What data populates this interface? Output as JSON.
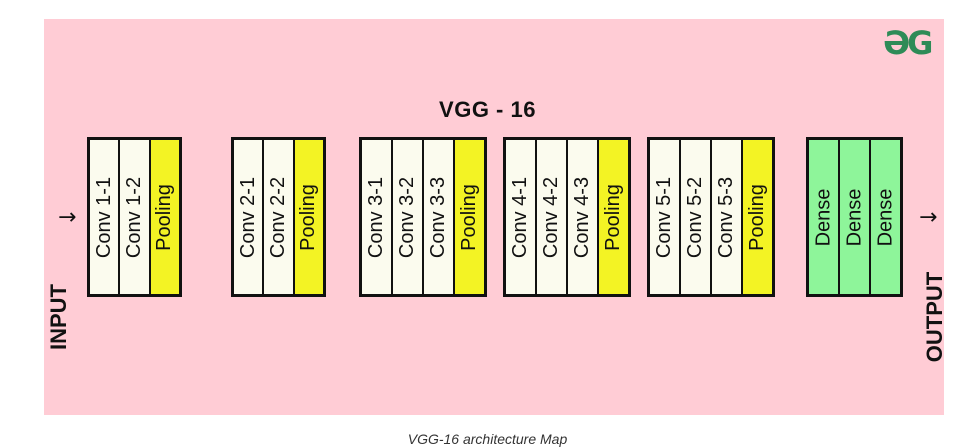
{
  "title": "VGG - 16",
  "logo_text": "ƏG",
  "input_label": "INPUT",
  "output_label": "OUTPUT",
  "caption": "VGG-16 architecture Map",
  "blocks": [
    {
      "cells": [
        {
          "label": "Conv 1-1",
          "kind": "conv"
        },
        {
          "label": "Conv 1-2",
          "kind": "conv"
        },
        {
          "label": "Pooling",
          "kind": "pool"
        }
      ]
    },
    {
      "cells": [
        {
          "label": "Conv 2-1",
          "kind": "conv"
        },
        {
          "label": "Conv 2-2",
          "kind": "conv"
        },
        {
          "label": "Pooling",
          "kind": "pool"
        }
      ]
    },
    {
      "cells": [
        {
          "label": "Conv 3-1",
          "kind": "conv"
        },
        {
          "label": "Conv 3-2",
          "kind": "conv"
        },
        {
          "label": "Conv 3-3",
          "kind": "conv"
        },
        {
          "label": "Pooling",
          "kind": "pool"
        }
      ]
    },
    {
      "cells": [
        {
          "label": "Conv 4-1",
          "kind": "conv"
        },
        {
          "label": "Conv 4-2",
          "kind": "conv"
        },
        {
          "label": "Conv 4-3",
          "kind": "conv"
        },
        {
          "label": "Pooling",
          "kind": "pool"
        }
      ]
    },
    {
      "cells": [
        {
          "label": "Conv 5-1",
          "kind": "conv"
        },
        {
          "label": "Conv 5-2",
          "kind": "conv"
        },
        {
          "label": "Conv 5-3",
          "kind": "conv"
        },
        {
          "label": "Pooling",
          "kind": "pool"
        }
      ]
    },
    {
      "cells": [
        {
          "label": "Dense",
          "kind": "dense"
        },
        {
          "label": "Dense",
          "kind": "dense"
        },
        {
          "label": "Dense",
          "kind": "dense"
        }
      ]
    }
  ],
  "colors": {
    "background": "#ffccd5",
    "conv": "#fbfbee",
    "pooling": "#f3f324",
    "dense": "#8ef59a",
    "logo": "#2e8b57"
  }
}
